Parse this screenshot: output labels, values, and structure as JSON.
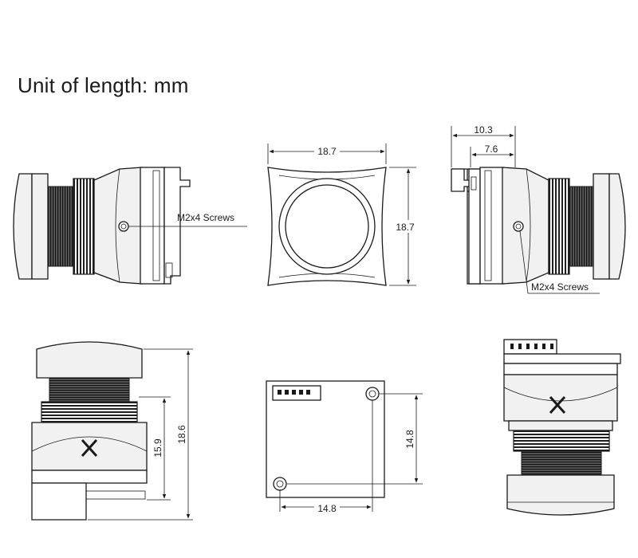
{
  "title": "Unit of length: mm",
  "views": {
    "side_left": {
      "callout": "M2x4 Screws"
    },
    "front": {
      "width": "18.7",
      "height": "18.7"
    },
    "side_right": {
      "dim_outer": "10.3",
      "dim_inner": "7.6",
      "callout": "M2x4 Screws"
    },
    "bottom_left": {
      "height_inner": "15.9",
      "height_outer": "18.6"
    },
    "back": {
      "hole_spacing_v": "14.8",
      "hole_spacing_h": "14.8"
    }
  }
}
